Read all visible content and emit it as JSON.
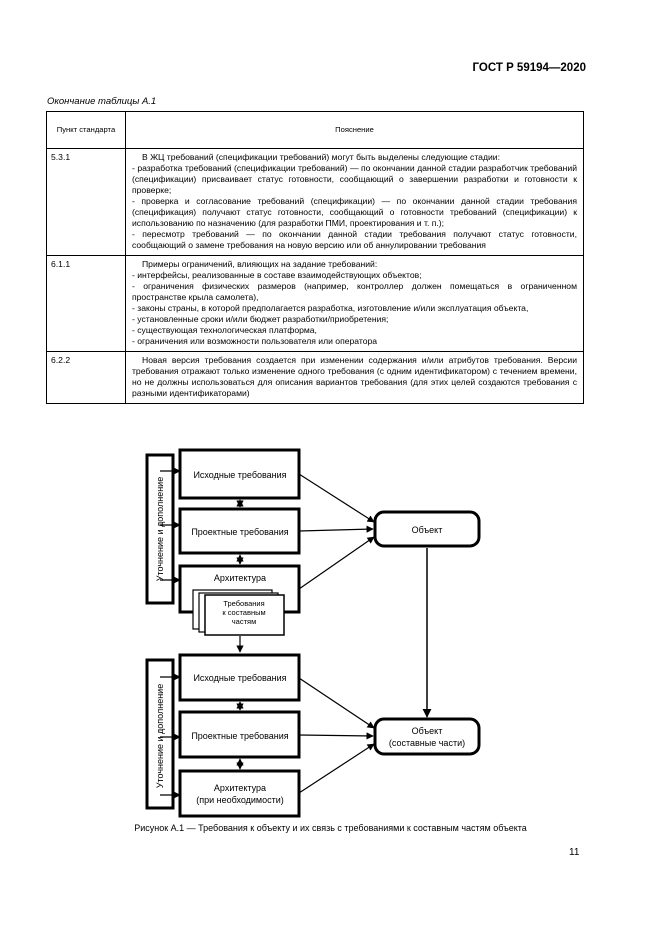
{
  "header": {
    "standard": "ГОСТ Р 59194—2020"
  },
  "table": {
    "caption": "Окончание таблицы А.1",
    "columns": [
      "Пункт стандарта",
      "Пояснение"
    ],
    "rows": [
      {
        "clause": "5.3.1",
        "lines": [
          "В ЖЦ требований (спецификации требований) могут быть выделены следующие стадии:",
          "- разработка требований (спецификации требований) — по окончании данной стадии разработчик требований (спецификации) присваивает статус готовности, сообщающий о завершении разработки и готовности к проверке;",
          "- проверка и согласование требований (спецификации) — по окончании данной стадии требования (спецификация) получают статус готовности, сообщающий о готовности требований (спецификации) к использованию по назначению (для разработки ПМИ, проектирования и т. п.);",
          "- пересмотр требований — по окончании данной стадии требования получают статус готовности, сообщающий о замене требования на новую версию или об аннулировании требования"
        ]
      },
      {
        "clause": "6.1.1",
        "lines": [
          "Примеры ограничений, влияющих на задание требований:",
          "- интерфейсы, реализованные в составе взаимодействующих объектов;",
          "- ограничения физических размеров (например, контроллер должен помещаться в ограниченном пространстве крыла самолета),",
          "- законы страны, в которой предполагается разработка, изготовление и/или эксплуатация объекта,",
          "- установленные сроки и/или бюджет разработки/приобретения;",
          "- существующая технологическая платформа,",
          "- ограничения или возможности пользователя или оператора"
        ]
      },
      {
        "clause": "6.2.2",
        "lines": [
          "Новая версия требования создается при изменении содержания и/или атрибутов требования. Версии требования отражают только изменение одного требования (с одним идентификатором) с течением времени, но не должны использоваться для описания вариантов требования (для этих целей создаются требования с разными идентификаторами)"
        ]
      }
    ]
  },
  "diagram": {
    "top": {
      "side_label": "Уточнение и дополнение",
      "box1": "Исходные требования",
      "box2": "Проектные требования",
      "box3": "Архитектура",
      "sub_line1": "Требования",
      "sub_line2": "к составным",
      "sub_line3": "частям",
      "object": "Объект"
    },
    "bottom": {
      "side_label": "Уточнение и дополнение",
      "box1": "Исходные требования",
      "box2": "Проектные требования",
      "box3_line1": "Архитектура",
      "box3_line2": "(при необходимости)",
      "object_line1": "Объект",
      "object_line2": "(составные части)"
    }
  },
  "figure_caption": "Рисунок А.1 — Требования к объекту и их связь с требованиями к составным частям объекта",
  "page_number": "11"
}
